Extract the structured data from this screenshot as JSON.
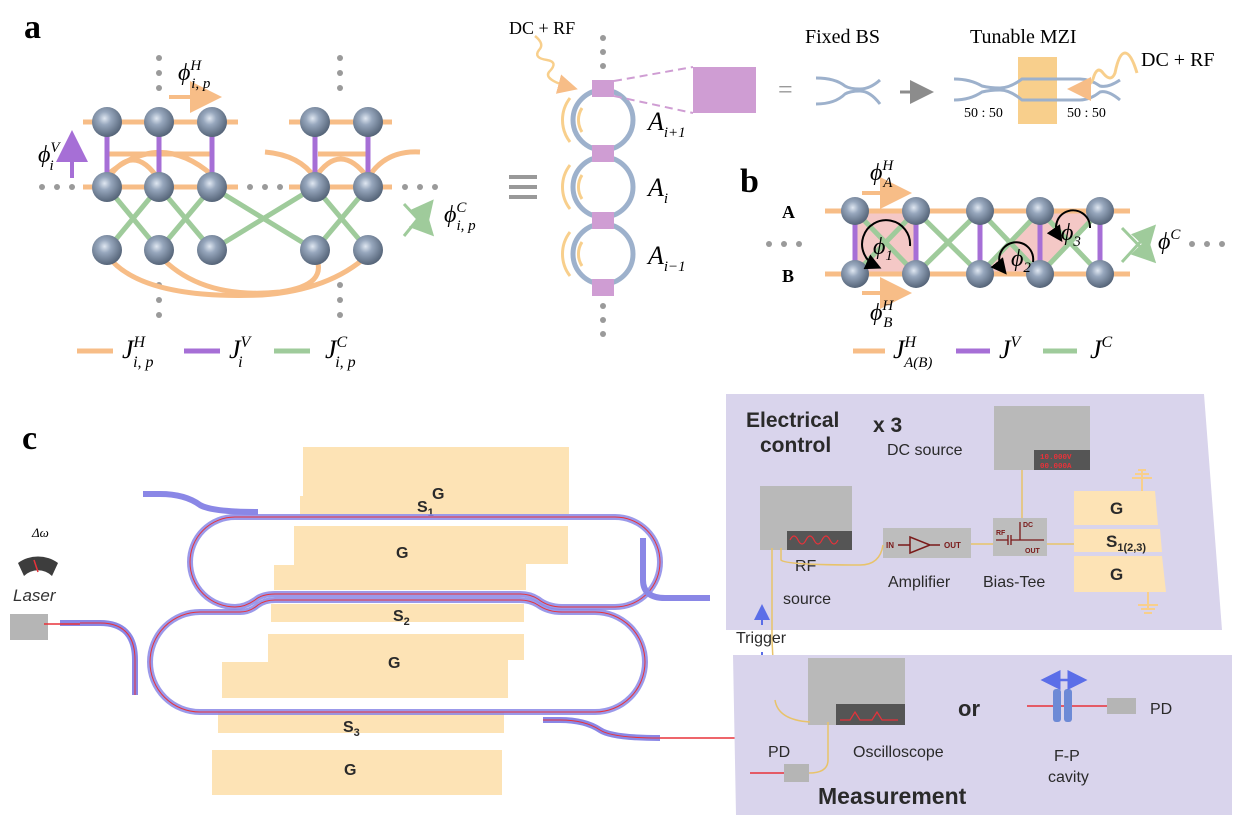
{
  "colors": {
    "horizontal_coupling": "#f7bd87",
    "vertical_coupling": "#a66fd6",
    "cross_coupling": "#9fcb9b",
    "site": "#7d8fa6",
    "ring": "#9db1cc",
    "coupler": "#cf9dd3",
    "electrode": "#fde3b5",
    "waveguide": "#8a87e6",
    "laser_line": "#e8323a",
    "platform": "#d9d4ec",
    "plaquette": "#f4c8c6",
    "dots": "#9a9a9a"
  },
  "panel_a": {
    "label": "a",
    "phi_H": {
      "base": "ϕ",
      "sup": "H",
      "sub": "i, p"
    },
    "phi_V": {
      "base": "ϕ",
      "sup": "V",
      "sub": "i"
    },
    "phi_C": {
      "base": "ϕ",
      "sup": "C",
      "sub": "i, p"
    },
    "legend": [
      {
        "name": "J",
        "sup": "H",
        "sub": "i, p",
        "type": "horizontal"
      },
      {
        "name": "J",
        "sup": "V",
        "sub": "i",
        "type": "vertical"
      },
      {
        "name": "J",
        "sup": "C",
        "sub": "i, p",
        "type": "cross"
      }
    ],
    "equivalence_symbol": "≡",
    "drive_label": "DC + RF",
    "rings": [
      {
        "name": "A",
        "sub": "i+1"
      },
      {
        "name": "A",
        "sub": "i"
      },
      {
        "name": "A",
        "sub": "i−1"
      }
    ],
    "equals_symbol": "=",
    "fixed_bs_label": "Fixed BS",
    "tunable_mzi_label": "Tunable MZI",
    "mzi_drive_label": "DC + RF",
    "split_ratio_left": "50 : 50",
    "split_ratio_right": "50 : 50"
  },
  "panel_b": {
    "label": "b",
    "row_a": "A",
    "row_b": "B",
    "phi_A": {
      "base": "ϕ",
      "sup": "H",
      "sub": "A"
    },
    "phi_B": {
      "base": "ϕ",
      "sup": "H",
      "sub": "B"
    },
    "phi_C": {
      "base": "ϕ",
      "sup": "C"
    },
    "fluxes": [
      {
        "base": "ϕ",
        "sub": "1"
      },
      {
        "base": "ϕ",
        "sub": "2"
      },
      {
        "base": "ϕ",
        "sub": "3"
      }
    ],
    "legend": [
      {
        "name": "J",
        "sup": "H",
        "sub": "A(B)",
        "type": "horizontal"
      },
      {
        "name": "J",
        "sup": "V",
        "sub": "",
        "type": "vertical"
      },
      {
        "name": "J",
        "sup": "C",
        "sub": "",
        "type": "cross"
      }
    ]
  },
  "panel_c": {
    "label": "c",
    "laser_label": "Laser",
    "detuning_label": "Δω",
    "electrodes": {
      "ground": "G",
      "signal_1": {
        "base": "S",
        "sub": "1"
      },
      "signal_2": {
        "base": "S",
        "sub": "2"
      },
      "signal_3": {
        "base": "S",
        "sub": "3"
      }
    },
    "electrical_control": {
      "title_line1": "Electrical",
      "title_line2": "control",
      "multiplier": "x 3",
      "dc_source_label": "DC source",
      "dc_display_line1": "10.000V",
      "dc_display_line2": "00.000A",
      "rf_source_label_line1": "RF",
      "rf_source_label_line2": "source",
      "amplifier_label": "Amplifier",
      "amp_in": "IN",
      "amp_out": "OUT",
      "bias_tee_label": "Bias-Tee",
      "bt_rf": "RF",
      "bt_dc": "DC",
      "bt_out": "OUT",
      "ground_electrode": "G",
      "signal_electrode": {
        "base": "S",
        "sub": "1(2,3)"
      }
    },
    "trigger_label": "Trigger",
    "measurement": {
      "title": "Measurement",
      "pd_left": "PD",
      "oscilloscope_label": "Oscilloscope",
      "or_label": "or",
      "fp_label_line1": "F-P",
      "fp_label_line2": "cavity",
      "pd_right": "PD"
    }
  }
}
